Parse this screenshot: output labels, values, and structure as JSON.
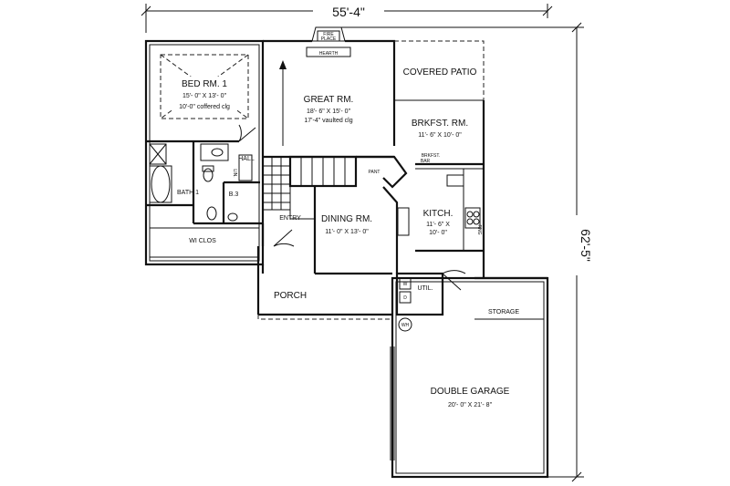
{
  "dimensions": {
    "width": "55'-4\"",
    "depth": "62'-5\""
  },
  "rooms": {
    "bed_rm_1": {
      "name": "BED RM. 1",
      "size": "15'- 0\" X 13'- 0\"",
      "note": "10'-0\" coffered clg"
    },
    "great_rm": {
      "name": "GREAT RM.",
      "size": "18'- 6\" X 15'- 0\"",
      "note": "17'-4\" vaulted clg"
    },
    "covered_patio": {
      "name": "COVERED PATIO"
    },
    "brkfst_rm": {
      "name": "BRKFST. RM.",
      "size": "11'- 6\" X 10'- 0\""
    },
    "brkfst_bar": {
      "line1": "BRKFST.",
      "line2": "BAR"
    },
    "hall": {
      "name": "HALL"
    },
    "bath_1": {
      "name": "BATH 1"
    },
    "b3": {
      "name": "B.3"
    },
    "wi_clos": {
      "name": "WI CLOS"
    },
    "lin": {
      "name": "LIN."
    },
    "pant": {
      "name": "PANT"
    },
    "entry": {
      "name": "ENTRY"
    },
    "dining_rm": {
      "name": "DINING RM.",
      "size": "11'- 0\" X 13'- 0\""
    },
    "kitch": {
      "name": "KITCH.",
      "size_line1": "11'- 6\" X",
      "size_line2": "10'- 0\""
    },
    "porch": {
      "name": "PORCH"
    },
    "util": {
      "name": "UTIL."
    },
    "storage": {
      "name": "STORAGE"
    },
    "double_garage": {
      "name": "DOUBLE GARAGE",
      "size": "20'- 0\" X 21'- 8\""
    }
  },
  "fixtures": {
    "fireplace_line1": "FIRE",
    "fireplace_line2": "PLACE",
    "hearth": "HEARTH",
    "water_heater": "WH",
    "washer": "W",
    "dryer": "D",
    "range": "RNG"
  }
}
